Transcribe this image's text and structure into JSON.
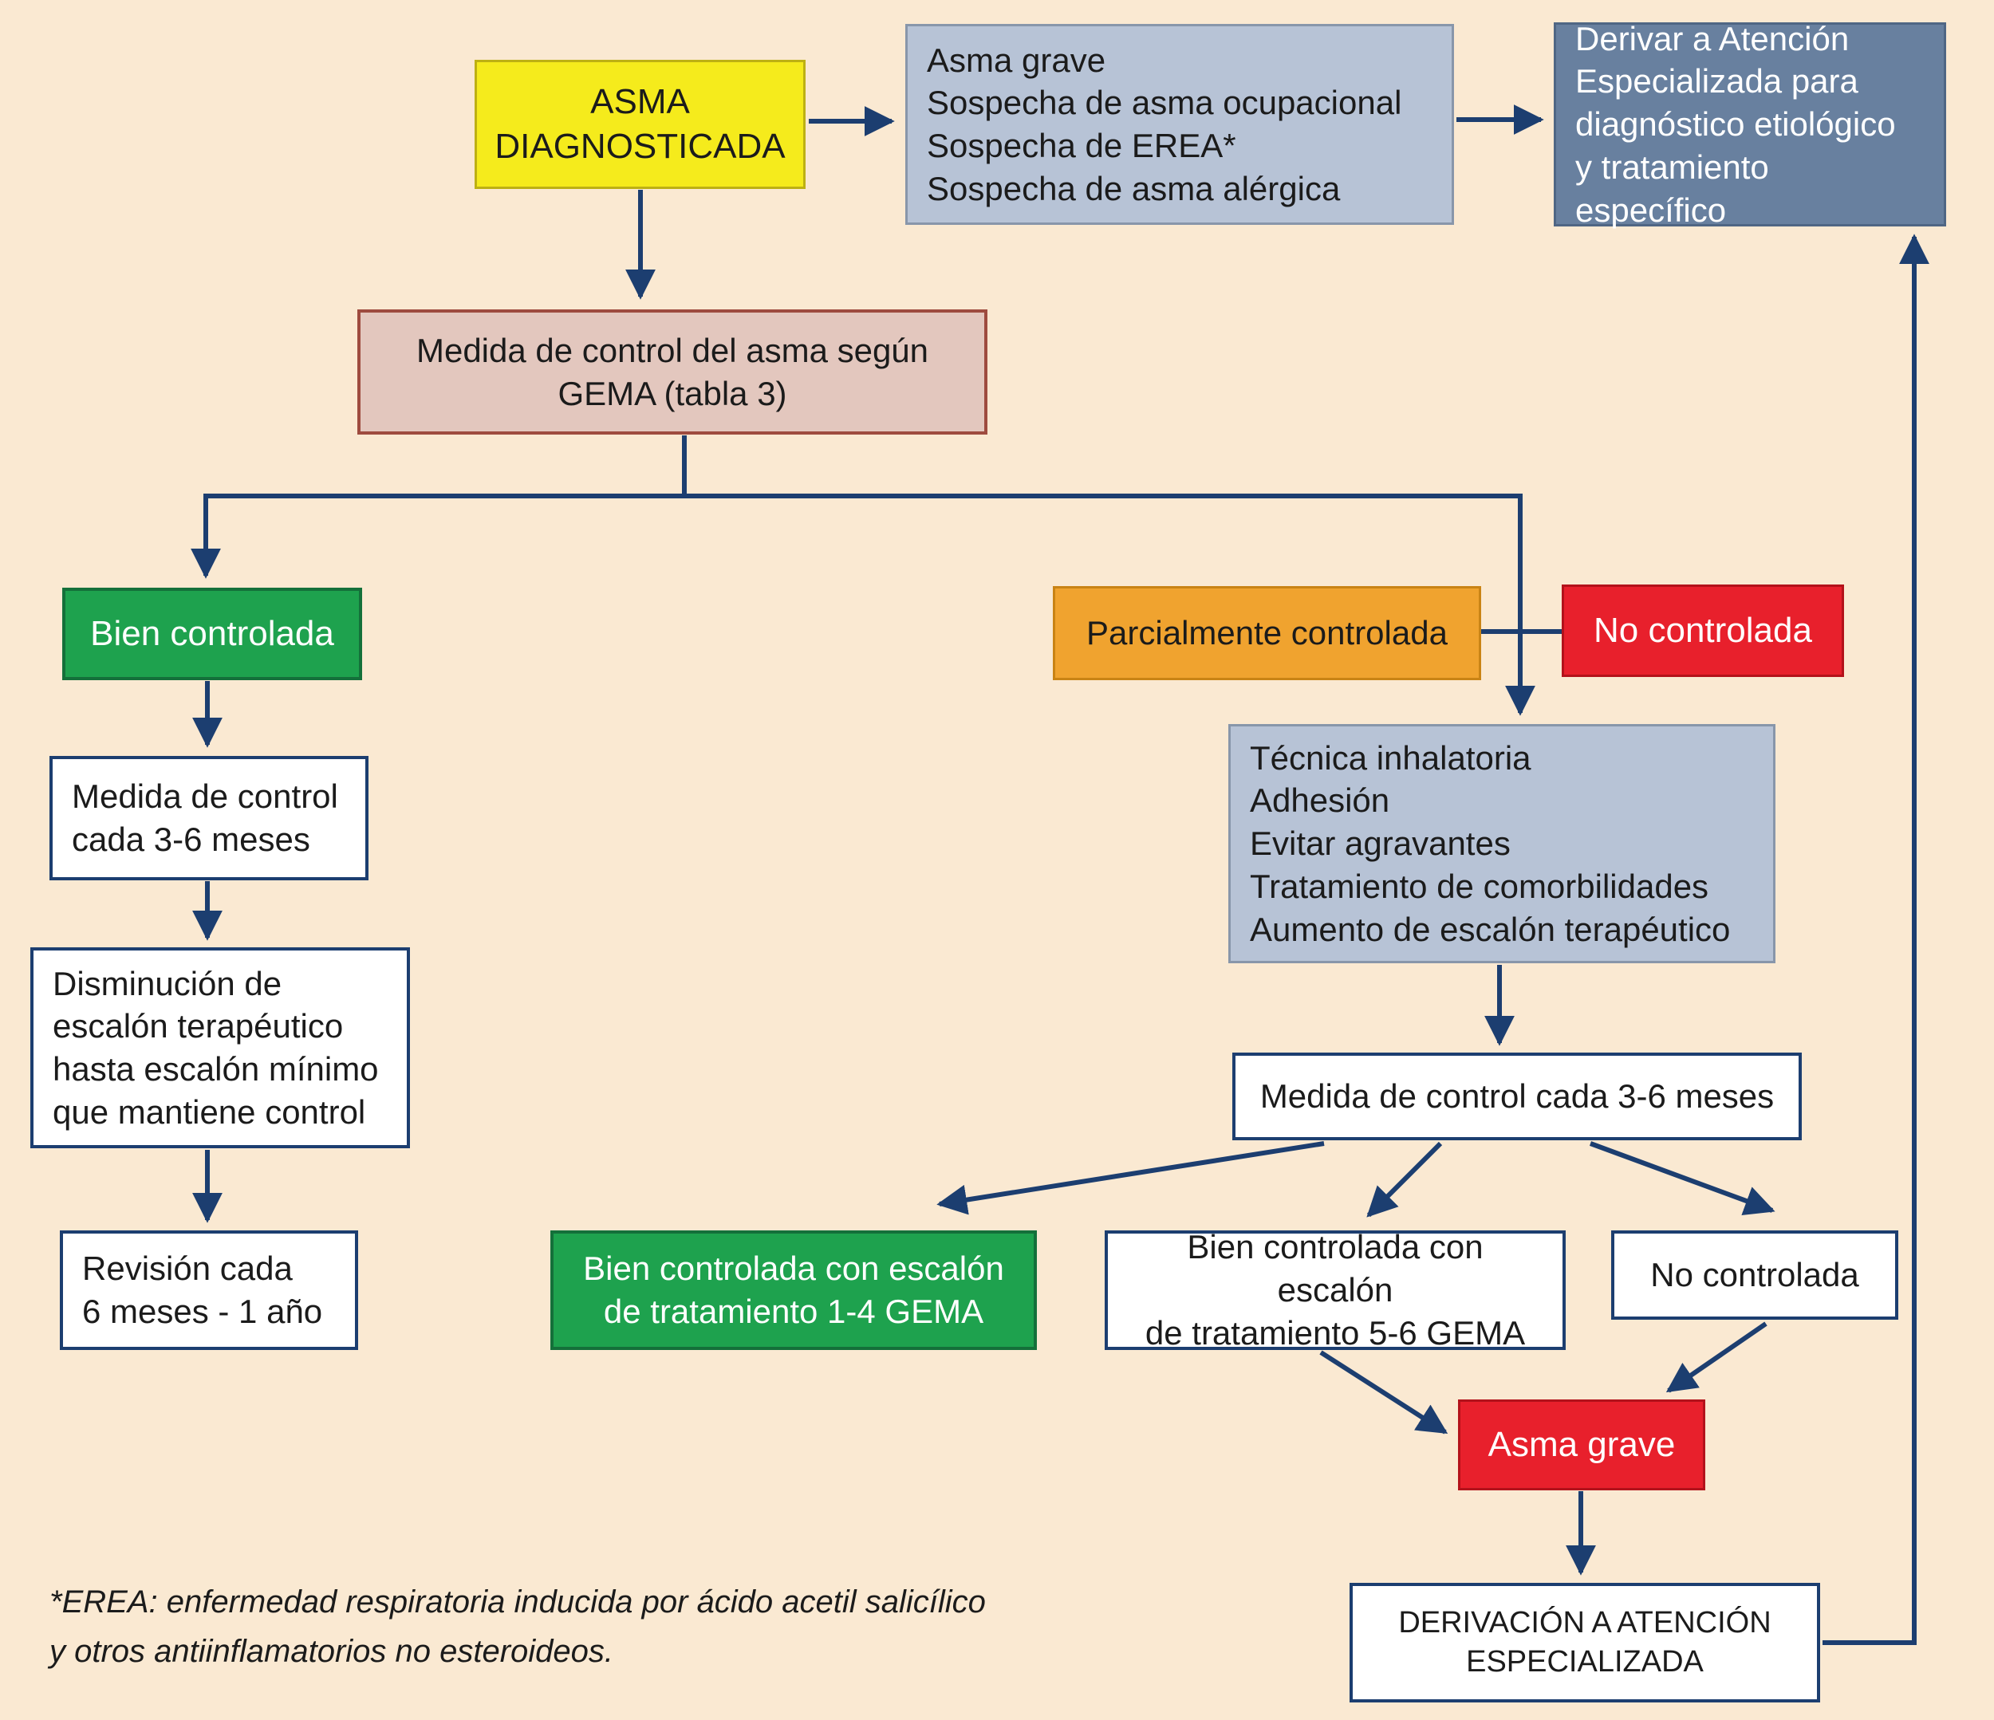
{
  "colors": {
    "background": "#FAE9D2",
    "arrow": "#1C3E70",
    "yellow": "#F5EB1C",
    "light_blue": "#B7C3D6",
    "slate_blue": "#68809F",
    "pink": "#E3C7BE",
    "pink_border": "#9E4B3F",
    "green": "#1EA24E",
    "orange": "#F0A32F",
    "red": "#E8202C",
    "box_border": "#1C3E70"
  },
  "nodes": {
    "asma_diagnosticada": {
      "label": "ASMA\nDIAGNOSTICADA"
    },
    "criterios_derivacion": {
      "label": "Asma grave\nSospecha de asma ocupacional\nSospecha de EREA*\nSospecha de asma alérgica"
    },
    "derivar_atencion": {
      "label": "Derivar a Atención\nEspecializada para\ndiagnóstico etiológico\ny tratamiento específico"
    },
    "medida_gema": {
      "label": "Medida de control del asma según\nGEMA (tabla 3)"
    },
    "bien_controlada": {
      "label": "Bien controlada"
    },
    "parcialmente_controlada": {
      "label": "Parcialmente controlada"
    },
    "no_controlada": {
      "label": "No controlada"
    },
    "medidas_revision": {
      "label": "Técnica inhalatoria\nAdhesión\nEvitar agravantes\nTratamiento de comorbilidades\nAumento de escalón terapéutico"
    },
    "medida_3_6_izquierda": {
      "label": "Medida de control\ncada 3-6 meses"
    },
    "disminucion_escalon": {
      "label": "Disminución de\nescalón terapéutico\nhasta escalón mínimo\nque mantiene control"
    },
    "revision_6_12": {
      "label": "Revisión cada\n6 meses - 1 año"
    },
    "medida_3_6_derecha": {
      "label": "Medida de control cada 3-6 meses"
    },
    "bien_controlada_1_4": {
      "label": "Bien controlada con escalón\nde tratamiento 1-4 GEMA"
    },
    "bien_controlada_5_6": {
      "label": "Bien controlada con escalón\nde tratamiento 5-6 GEMA"
    },
    "no_controlada_2": {
      "label": "No controlada"
    },
    "asma_grave": {
      "label": "Asma grave"
    },
    "derivacion_especializada": {
      "label": "DERIVACIÓN A ATENCIÓN\nESPECIALIZADA"
    }
  },
  "footnote": {
    "text": "*EREA: enfermedad respiratoria inducida por ácido acetil salicílico\ny otros antiinflamatorios no esteroideos."
  }
}
